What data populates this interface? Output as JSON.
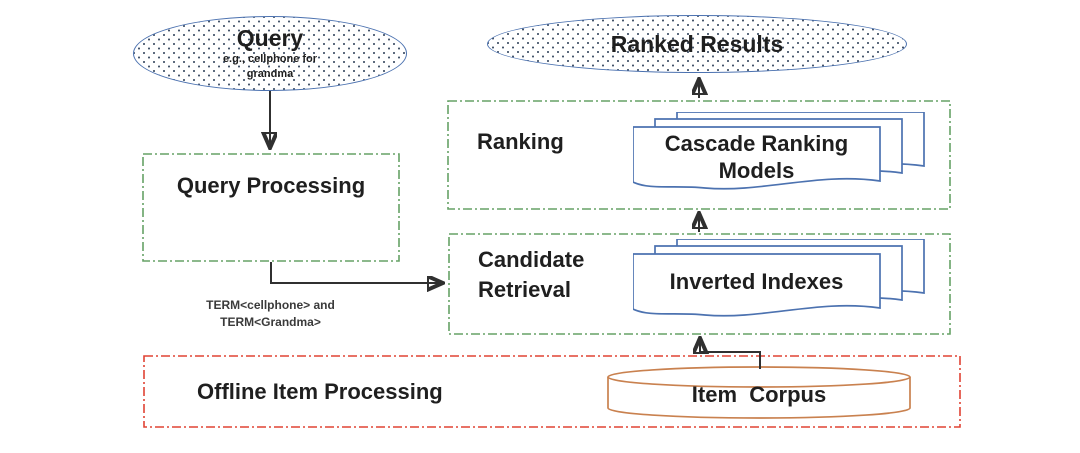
{
  "diagram": {
    "query_ellipse": {
      "title": "Query",
      "subtitle": "e.g., cellphone for grandma"
    },
    "ranked_results_ellipse": {
      "title": "Ranked Results"
    },
    "query_processing_box": {
      "label": "Query Processing"
    },
    "term_annotation": {
      "line1": "TERM<cellphone> and",
      "line2": "TERM<Grandma>"
    },
    "ranking_box": {
      "label": "Ranking",
      "document_stack": "Cascade Ranking Models"
    },
    "candidate_retrieval_box": {
      "label": "Candidate Retrieval",
      "document_stack": "Inverted Indexes"
    },
    "offline_box": {
      "label": "Offline Item Processing",
      "corpus": "Item  Corpus"
    }
  },
  "colors": {
    "green": "#66A266",
    "red": "#E04334",
    "blue": "#4C72B0",
    "orange": "#C9814F",
    "dot-blue": "#44546A",
    "arrow": "#303030",
    "text": "#1F1F1F"
  }
}
